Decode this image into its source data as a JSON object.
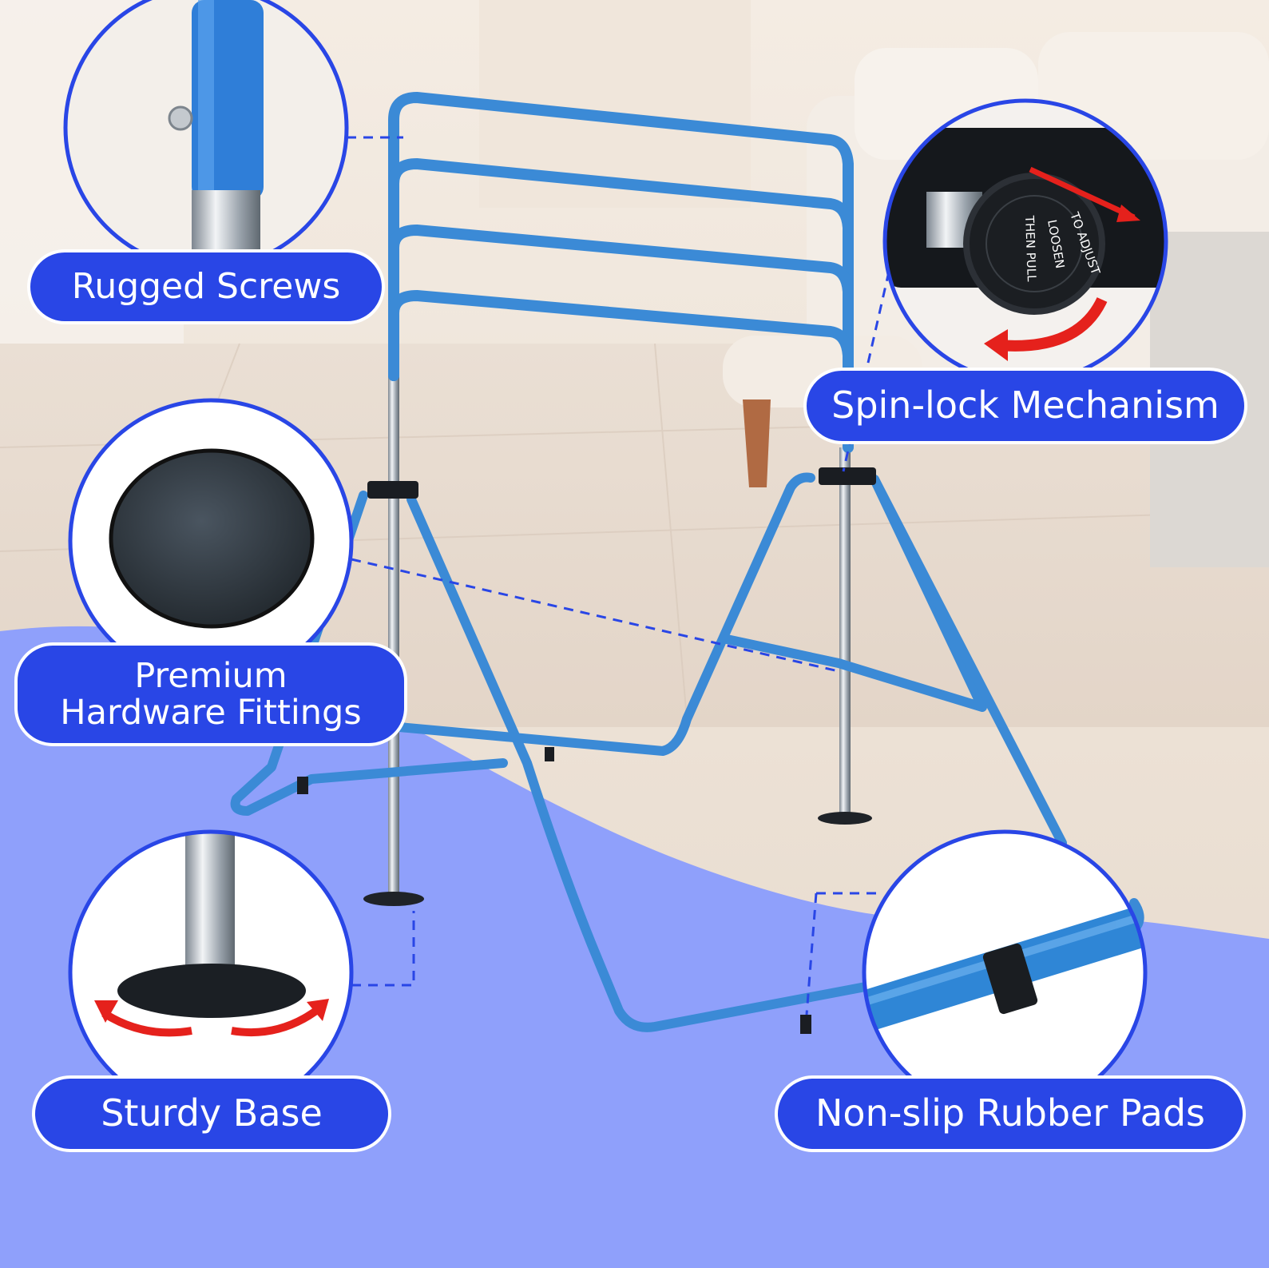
{
  "colors": {
    "accent_blue": "#2946e6",
    "bar_blue": "#3b8ad6",
    "floor_wave": "#8fa0fb",
    "room_bg": "#efe6dc"
  },
  "callouts": {
    "screws": {
      "label": "Rugged Screws",
      "icon": "screw-detail-photo"
    },
    "spin_lock": {
      "label": "Spin-lock Mechanism",
      "icon": "knob-detail-photo",
      "knob_text": [
        "TO ADJUST",
        "LOOSEN",
        "THEN PULL"
      ]
    },
    "fittings": {
      "label_line1": "Premium",
      "label_line2": "Hardware Fittings",
      "icon": "rubber-disc-photo"
    },
    "base": {
      "label": "Sturdy Base",
      "icon": "base-foot-photo"
    },
    "pads": {
      "label": "Non-slip Rubber Pads",
      "icon": "tube-clip-photo"
    }
  }
}
